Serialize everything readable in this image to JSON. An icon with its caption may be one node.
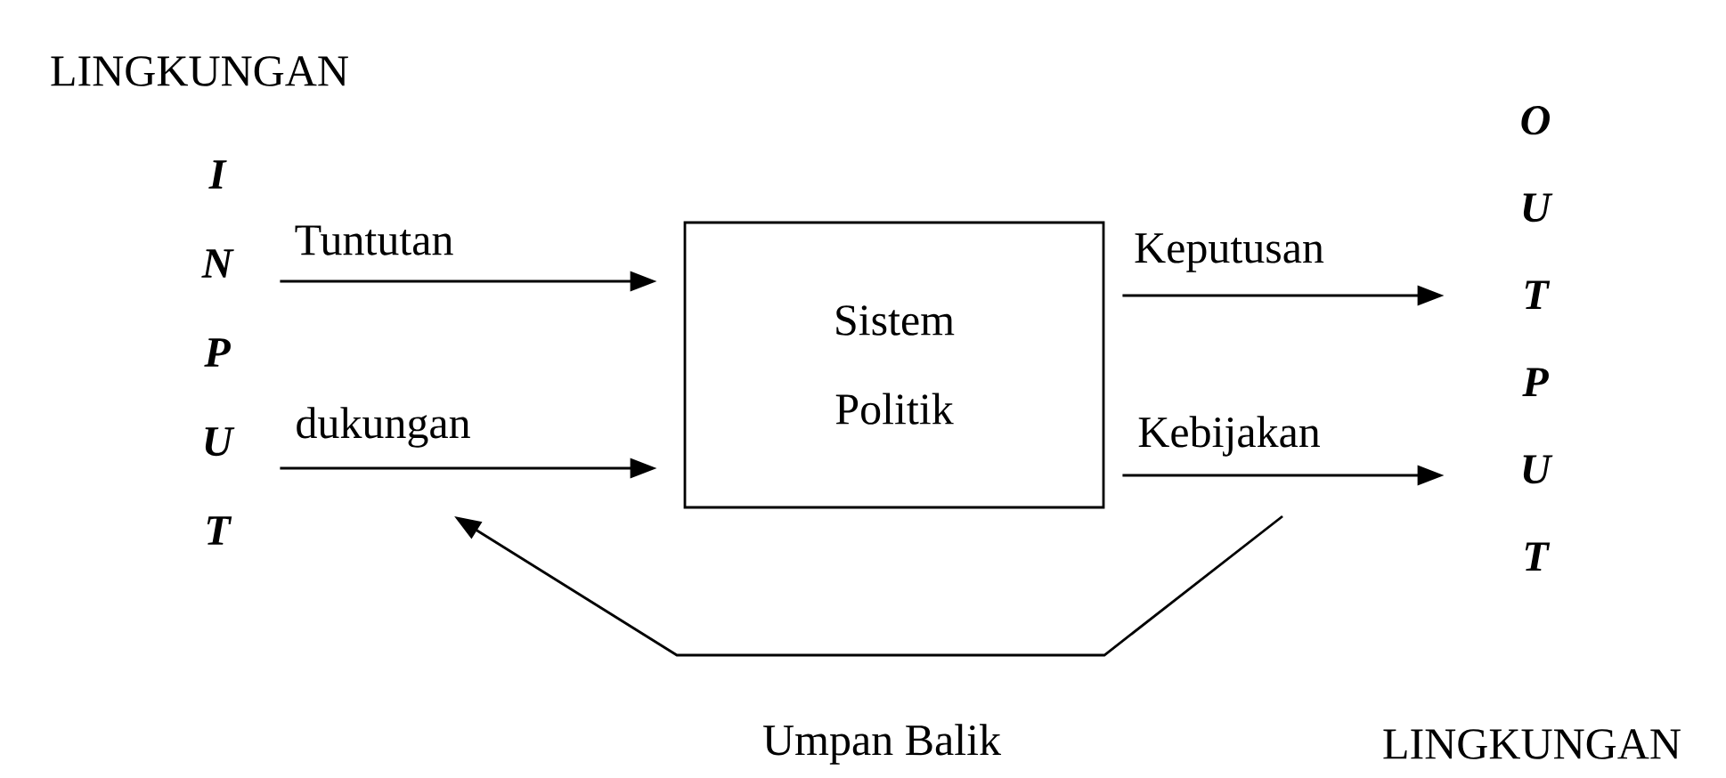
{
  "diagram": {
    "nodes": [
      {
        "text": [
          "Sistem Politik"
        ]
      },
      {
        "text": [
          "I N P U T"
        ]
      },
      {
        "text": [
          "O U T P U T"
        ]
      }
    ],
    "edges": [
      {
        "from": 1,
        "to": 0,
        "arrow": "to",
        "label": "Tuntutan"
      },
      {
        "from": 1,
        "to": 0,
        "arrow": "to",
        "label": "dukungan"
      },
      {
        "from": 0,
        "to": 2,
        "arrow": "to",
        "label": "Keputusan"
      },
      {
        "from": 0,
        "to": 2,
        "arrow": "to",
        "label": "Kebijakan"
      }
    ],
    "labels": [
      "LINGKUNGAN",
      "Umpan Balik",
      "LINGKUNGAN"
    ]
  }
}
